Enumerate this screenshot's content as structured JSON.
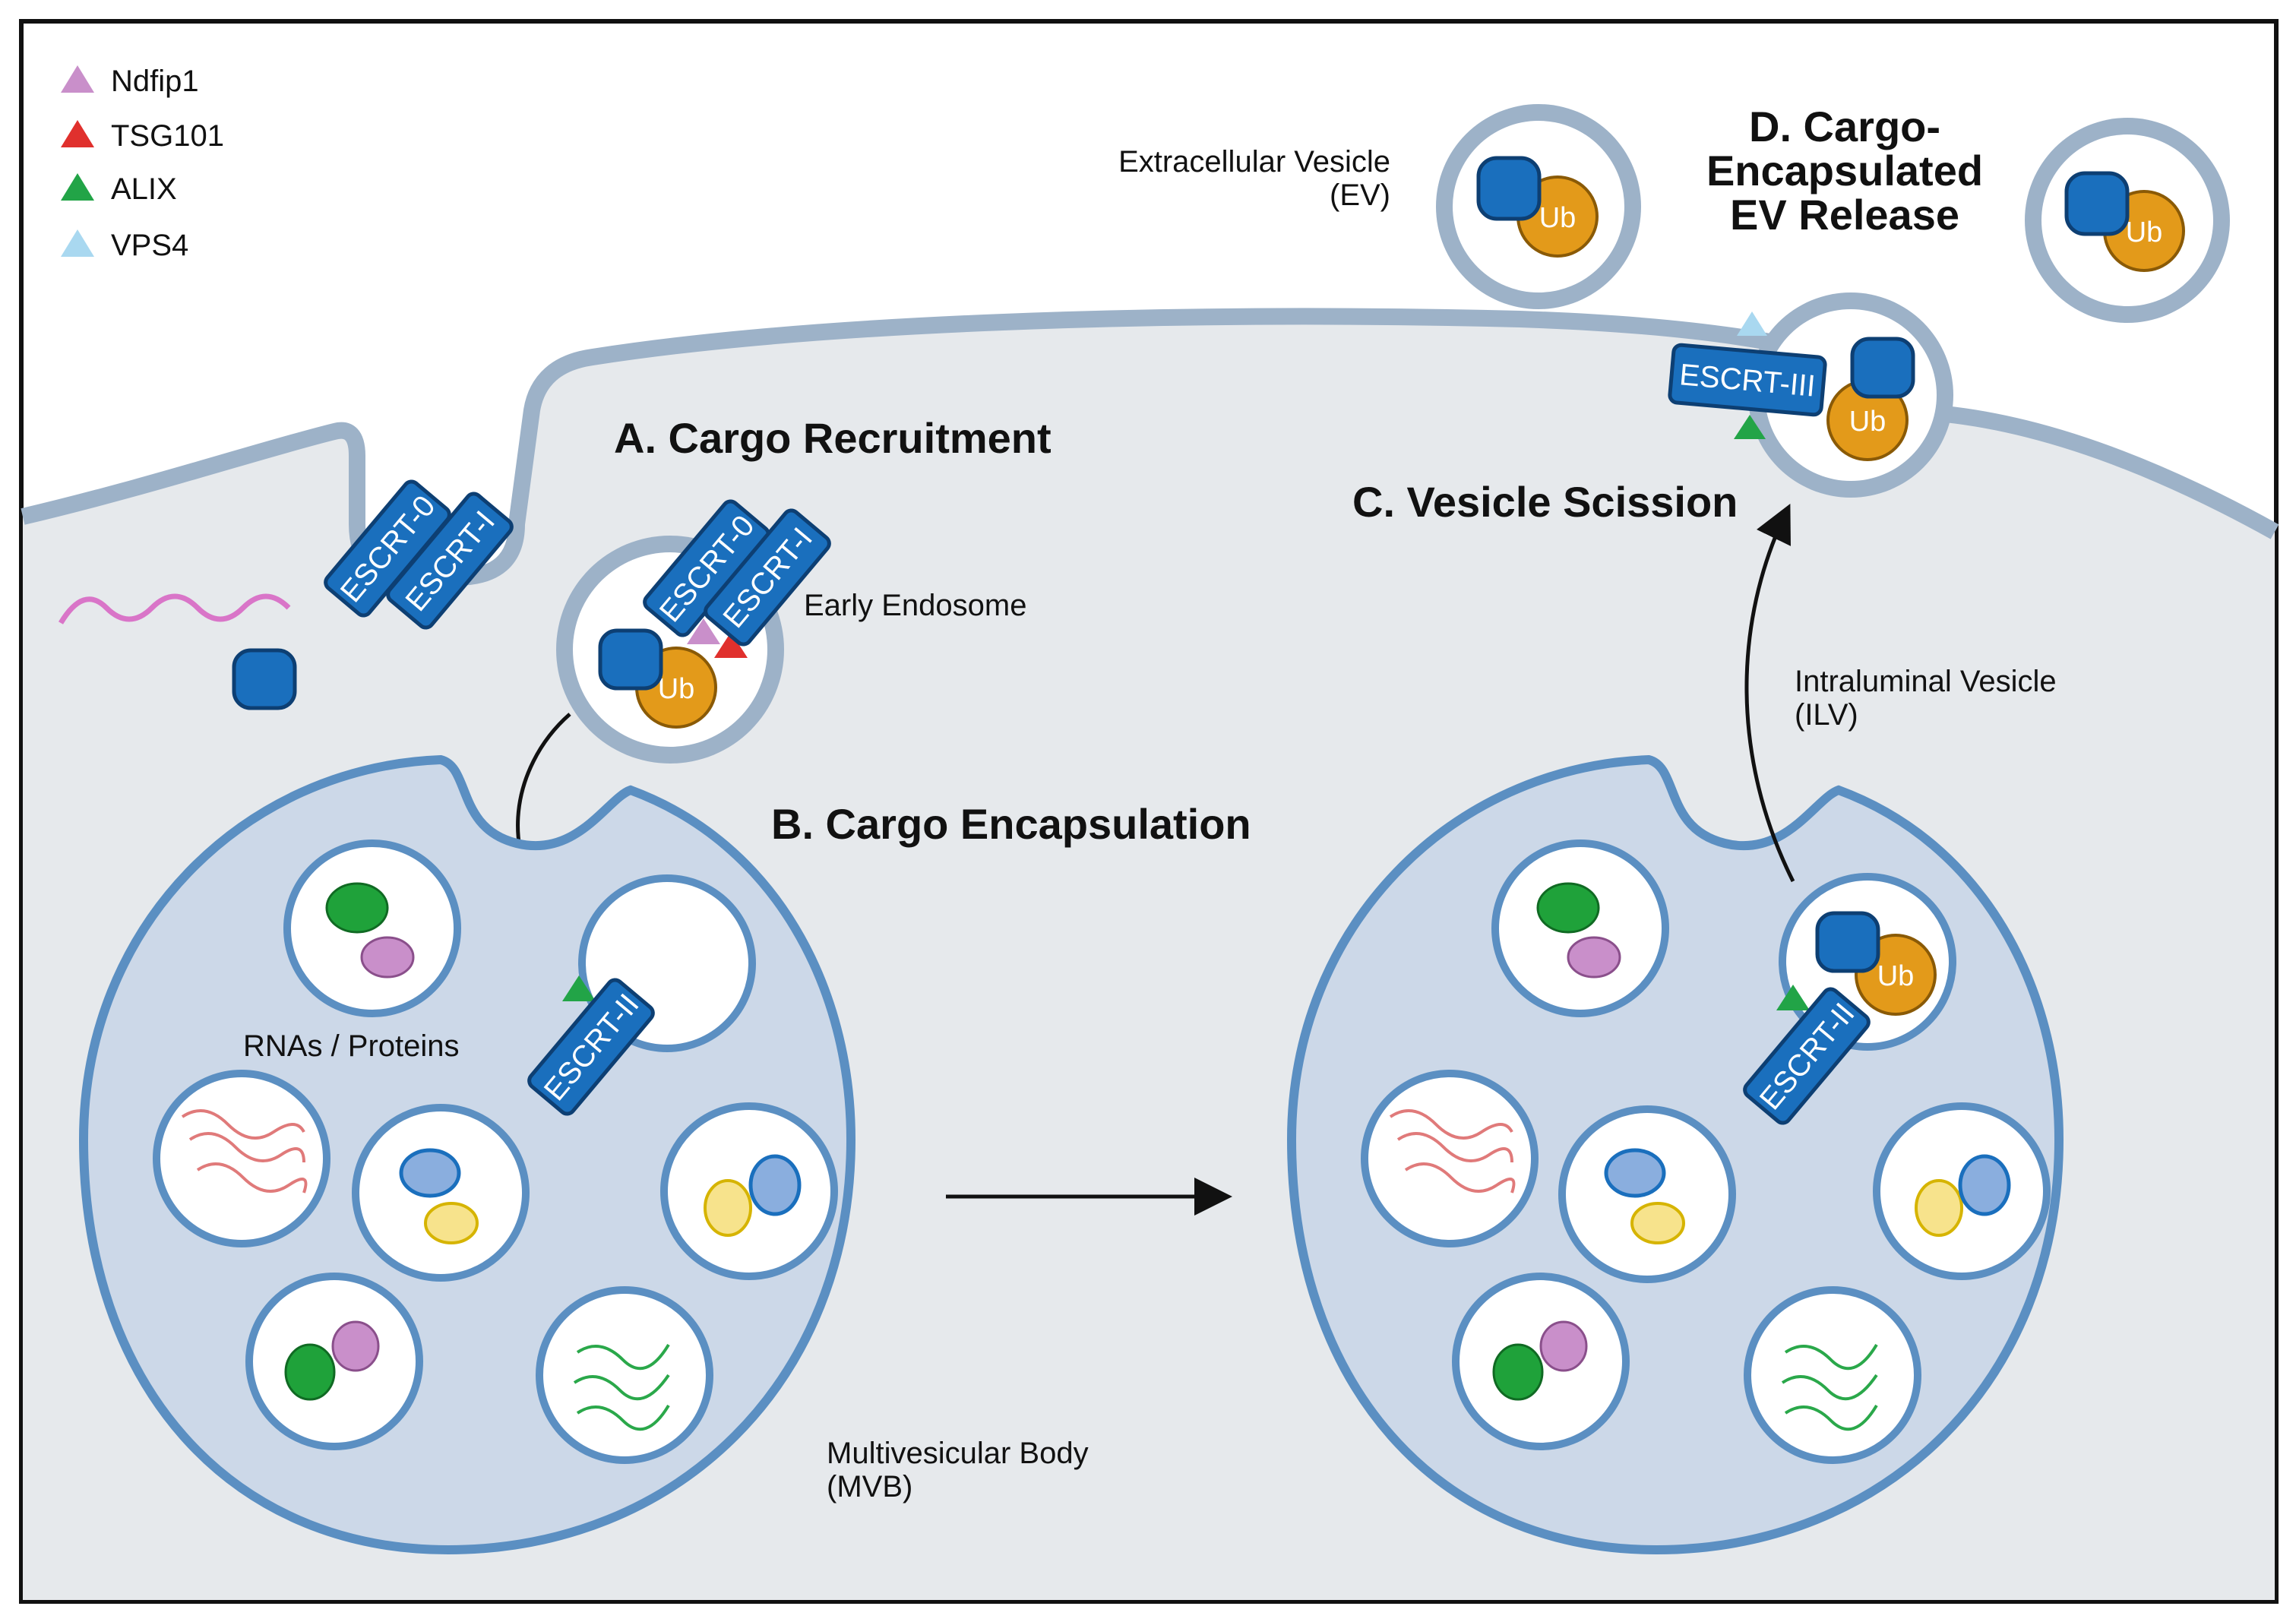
{
  "legend": [
    {
      "label": "Ndfip1",
      "color": "#c98fca"
    },
    {
      "label": "TSG101",
      "color": "#e0302d"
    },
    {
      "label": "ALIX",
      "color": "#22a447"
    },
    {
      "label": "VPS4",
      "color": "#a9d8f0"
    }
  ],
  "steps": {
    "a": "A. Cargo Recruitment",
    "b": "B. Cargo Encapsulation",
    "c": "C. Vesicle Scission",
    "d": [
      "D. Cargo-",
      "Encapsulated",
      "EV Release"
    ]
  },
  "labels": {
    "ev": [
      "Extracellular Vesicle",
      "(EV)"
    ],
    "early_endosome": "Early Endosome",
    "rnas_proteins": "RNAs / Proteins",
    "ilv": [
      "Intraluminal Vesicle",
      "(ILV)"
    ],
    "mvb": [
      "Multivesicular Body",
      "(MVB)"
    ]
  },
  "complexes": {
    "escrt0": "ESCRT-0",
    "escrt1": "ESCRT-I",
    "escrt2": "ESCRT-II",
    "escrt3": "ESCRT-III",
    "ub": "Ub"
  },
  "colors": {
    "cell": "#e6e9ec",
    "membrane": "#9db2c8",
    "mvb_fill": "#ccd8e8",
    "mvb_stroke": "#5b8fc2",
    "escrt": "#1a6fbd",
    "escrt_dark": "#0d3f73",
    "ub": "#e39a1a",
    "cargo_blue": "#1a6fbd",
    "green_oval": "#1fa23a",
    "purple_oval": "#c98fca",
    "mid_blue_oval": "#8aaede",
    "yellow_oval": "#f7e38c",
    "red_rna": "#e07a7a",
    "green_rna": "#2aa84a",
    "pink_rna": "#d975c8"
  }
}
